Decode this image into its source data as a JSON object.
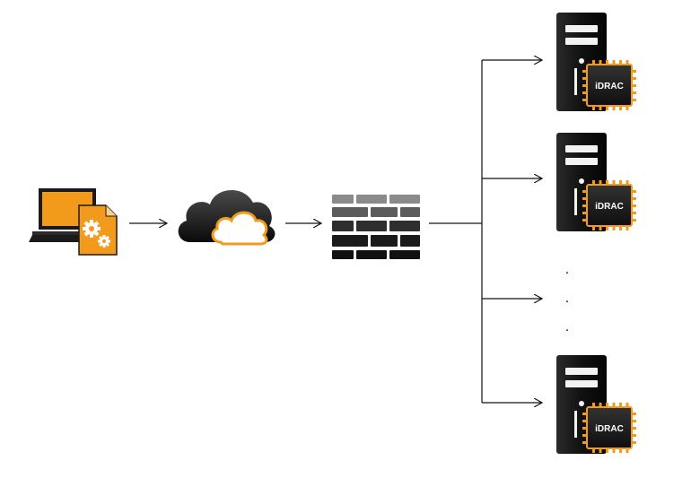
{
  "colors": {
    "accent_orange": "#f29a1c",
    "dark": "#1a1a1a",
    "brick_light": "#8a8a8a",
    "brick_dark": "#1e1e1e",
    "connector": "#111111"
  },
  "icons": {
    "client": "laptop-with-config-document-icon",
    "network": "cloud-icon",
    "firewall": "firewall-icon",
    "server": "server-with-idrac-chip-icon"
  },
  "servers": [
    {
      "chip_label": "iDRAC"
    },
    {
      "chip_label": "iDRAC"
    },
    {
      "chip_label": "iDRAC"
    }
  ],
  "ellipsis": ".",
  "ellipsis_count": 3
}
